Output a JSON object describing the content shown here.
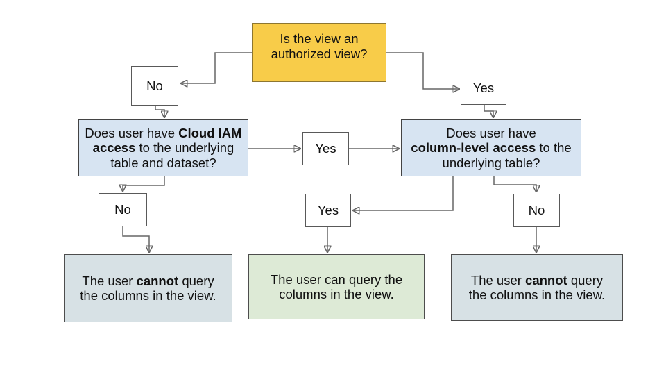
{
  "flowchart": {
    "root": {
      "label": "Is the view an authorized view?"
    },
    "connector_labels": {
      "top_no": "No",
      "top_yes": "Yes",
      "mid_yes": "Yes",
      "bottom_left_no": "No",
      "bottom_mid_yes": "Yes",
      "bottom_right_no": "No"
    },
    "decision_iam": {
      "text_pre": "Does user have ",
      "text_bold": "Cloud IAM access",
      "text_post": " to the underlying table and dataset?"
    },
    "decision_column": {
      "text_pre": "Does user have ",
      "text_bold": "column-level access",
      "text_post": " to the underlying table?"
    },
    "outcome_left": {
      "text_pre": "The user ",
      "text_bold": "cannot",
      "text_post": " query the columns in the view."
    },
    "outcome_middle": {
      "label": "The user can query the columns in the view."
    },
    "outcome_right": {
      "text_pre": "The user ",
      "text_bold": "cannot",
      "text_post": " query the columns in the view."
    },
    "colors": {
      "root_fill": "#F8CC49",
      "decision_fill": "#D7E4F2",
      "outcome_negative_fill": "#D7E1E5",
      "outcome_positive_fill": "#DDEAD6",
      "connector": "#666666"
    }
  }
}
